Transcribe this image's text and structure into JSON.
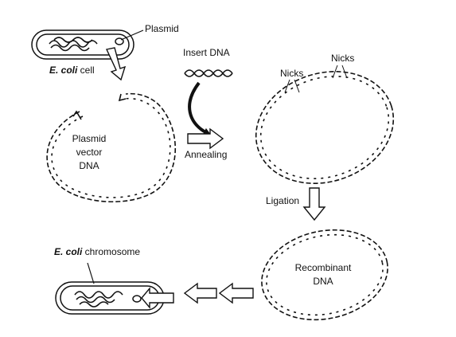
{
  "labels": {
    "plasmid": "Plasmid",
    "ecoli_cell_italic": "E. coli",
    "ecoli_cell_rest": " cell",
    "insert_dna": "Insert DNA",
    "nicks_left": "Nicks",
    "nicks_right": "Nicks",
    "plasmid_vector_1": "Plasmid",
    "plasmid_vector_2": "vector",
    "plasmid_vector_3": "DNA",
    "annealing": "Annealing",
    "ligation": "Ligation",
    "ecoli_chrom_italic": "E. coli",
    "ecoli_chrom_rest": " chromosome",
    "recombinant_1": "Recombinant",
    "recombinant_2": "DNA"
  }
}
